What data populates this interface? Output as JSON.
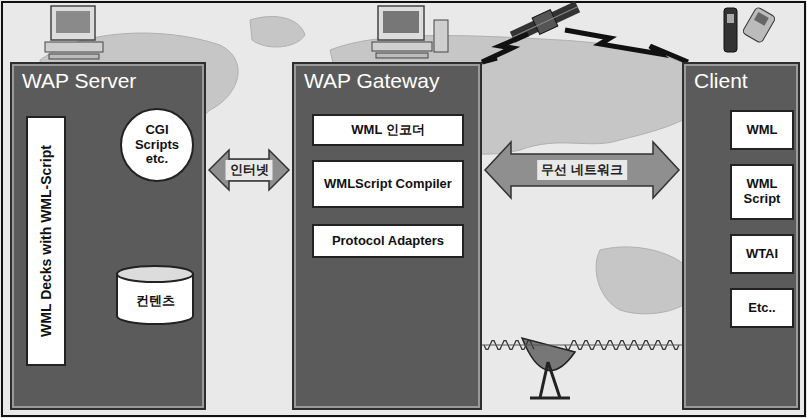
{
  "diagram": {
    "nodes": [
      {
        "text": [
          "WAP Server"
        ]
      },
      {
        "text": [
          "WML Decks with WML-Script"
        ],
        "in": 0
      },
      {
        "text": [
          "CGI Scripts etc."
        ],
        "in": 0
      },
      {
        "text": [
          "컨텐츠"
        ],
        "in": 0
      },
      {
        "text": [
          "WAP Gateway"
        ]
      },
      {
        "text": [
          "WML 인코더"
        ],
        "in": 4
      },
      {
        "text": [
          "WMLScript Compiler"
        ],
        "in": 4
      },
      {
        "text": [
          "Protocol Adapters"
        ],
        "in": 4
      },
      {
        "text": [
          "Client"
        ]
      },
      {
        "text": [
          "WML"
        ],
        "in": 8
      },
      {
        "text": [
          "WML Script"
        ],
        "in": 8
      },
      {
        "text": [
          "WTAI"
        ],
        "in": 8
      },
      {
        "text": [
          "Etc.."
        ],
        "in": 8
      }
    ],
    "edges": [
      {
        "from": 0,
        "to": 4,
        "arrow": "both",
        "label": "인터넷"
      },
      {
        "from": 4,
        "to": 8,
        "arrow": "both",
        "label": "무선 네트워크"
      }
    ]
  }
}
